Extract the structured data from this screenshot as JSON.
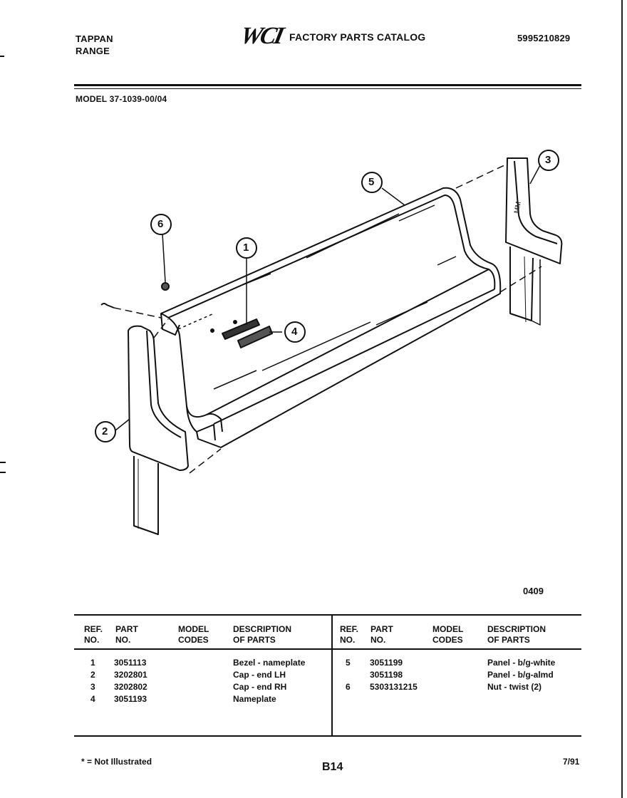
{
  "header": {
    "brand_line1": "TAPPAN",
    "brand_line2": "RANGE",
    "logo": "WCI",
    "catalog_title": "FACTORY PARTS CATALOG",
    "catalog_number": "5995210829",
    "model": "MODEL 37-1039-00/04"
  },
  "diagram": {
    "callouts": [
      "1",
      "2",
      "3",
      "4",
      "5",
      "6"
    ],
    "figure_code": "0409"
  },
  "table": {
    "columns": {
      "ref_l1": "REF.",
      "ref_l2": "NO.",
      "part_l1": "PART",
      "part_l2": "NO.",
      "model_l1": "MODEL",
      "model_l2": "CODES",
      "desc_l1": "DESCRIPTION",
      "desc_l2": "OF PARTS"
    },
    "left_rows": [
      {
        "ref": "1",
        "part": "3051113",
        "codes": "",
        "desc": "Bezel - nameplate"
      },
      {
        "ref": "2",
        "part": "3202801",
        "codes": "",
        "desc": "Cap - end LH"
      },
      {
        "ref": "3",
        "part": "3202802",
        "codes": "",
        "desc": "Cap - end RH"
      },
      {
        "ref": "4",
        "part": "3051193",
        "codes": "",
        "desc": "Nameplate"
      }
    ],
    "right_rows": [
      {
        "ref": "5",
        "part": "3051199",
        "codes": "",
        "desc": "Panel - b/g-white"
      },
      {
        "ref": "",
        "part": "3051198",
        "codes": "",
        "desc": "Panel - b/g-almd"
      },
      {
        "ref": "6",
        "part": "5303131215",
        "codes": "",
        "desc": "Nut - twist (2)"
      }
    ]
  },
  "footer": {
    "note": "* = Not Illustrated",
    "page_code": "B14",
    "date": "7/91"
  }
}
